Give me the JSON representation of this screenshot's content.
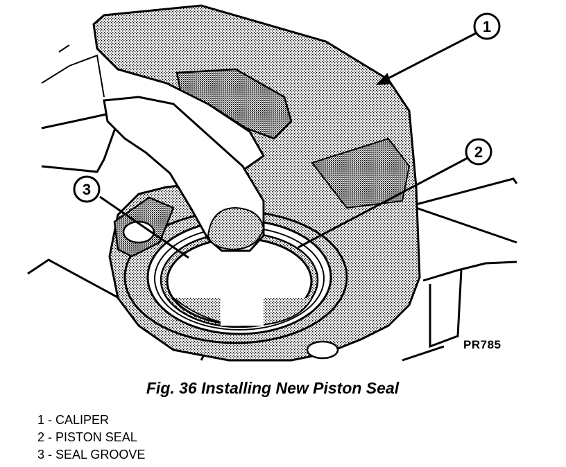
{
  "figure": {
    "code": "PR785",
    "caption": "Fig. 36 Installing New Piston Seal"
  },
  "callouts": [
    {
      "number": "1",
      "label": "CALIPER"
    },
    {
      "number": "2",
      "label": "PISTON SEAL"
    },
    {
      "number": "3",
      "label": "SEAL GROOVE"
    }
  ],
  "legend": [
    {
      "text": "1 - CALIPER"
    },
    {
      "text": "2 - PISTON SEAL"
    },
    {
      "text": "3 - SEAL GROOVE"
    }
  ]
}
